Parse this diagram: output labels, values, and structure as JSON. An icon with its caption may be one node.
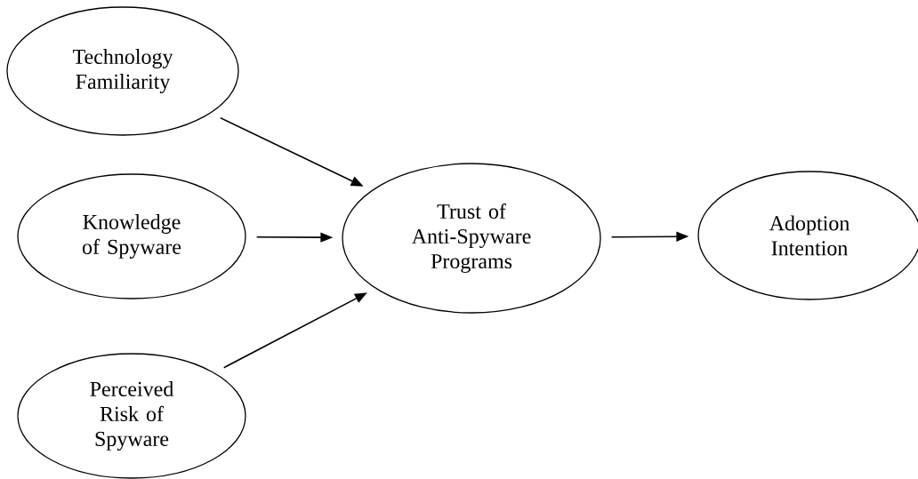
{
  "diagram": {
    "nodes": [
      {
        "text": [
          "Technology Familiarity"
        ]
      },
      {
        "text": [
          "Knowledge of Spyware"
        ]
      },
      {
        "text": [
          "Perceived Risk of Spyware"
        ]
      },
      {
        "text": [
          "Trust of Anti-Spyware Programs"
        ]
      },
      {
        "text": [
          "Adoption Intention"
        ]
      }
    ],
    "edges": [
      {
        "from": 0,
        "to": 3,
        "arrow": "to"
      },
      {
        "from": 1,
        "to": 3,
        "arrow": "to"
      },
      {
        "from": 2,
        "to": 3,
        "arrow": "to"
      },
      {
        "from": 3,
        "to": 4,
        "arrow": "to"
      }
    ]
  }
}
